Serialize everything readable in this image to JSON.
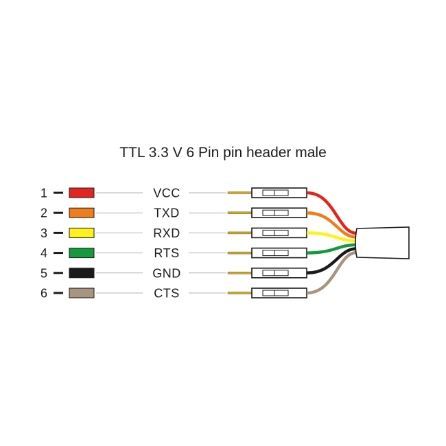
{
  "title": "TTL 3.3 V 6 Pin pin header male",
  "pins": [
    {
      "number": "1",
      "signal": "VCC",
      "color": "#e2261f"
    },
    {
      "number": "2",
      "signal": "TXD",
      "color": "#ef7d1a"
    },
    {
      "number": "3",
      "signal": "RXD",
      "color": "#fff21a"
    },
    {
      "number": "4",
      "signal": "RTS",
      "color": "#149a3c"
    },
    {
      "number": "5",
      "signal": "GND",
      "color": "#1a1a1a"
    },
    {
      "number": "6",
      "signal": "CTS",
      "color": "#a99480"
    }
  ],
  "colors": {
    "pin_metal": "#c9a52e",
    "outline": "#1a1a1a",
    "leader_line": "#b3b3b3"
  }
}
